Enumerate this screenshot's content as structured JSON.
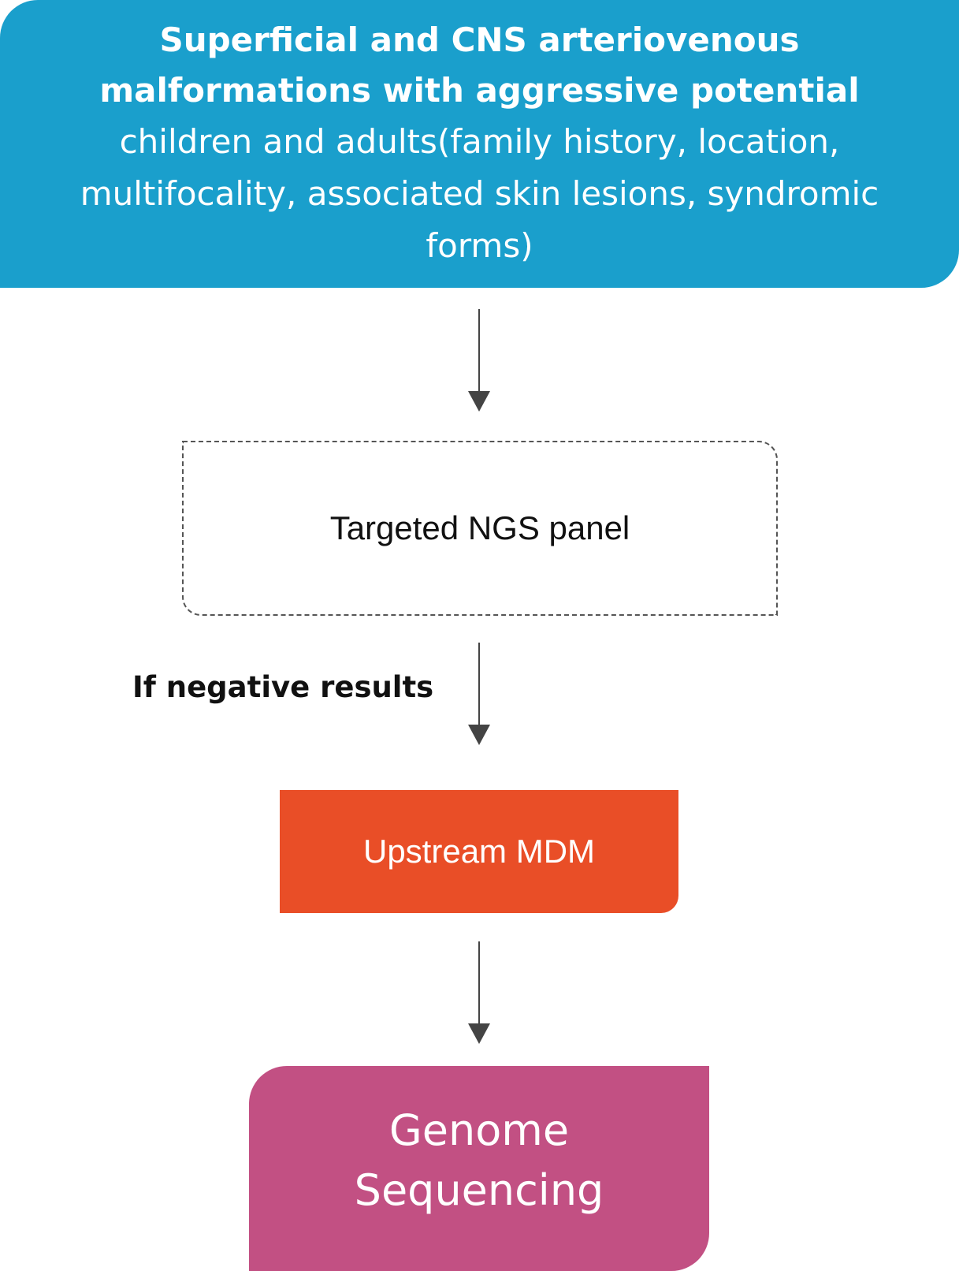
{
  "colors": {
    "top_box": "#1a9fcc",
    "upstream_box": "#e94e27",
    "genome_box": "#c25083",
    "arrow": "#444444",
    "dashed_border": "#555555"
  },
  "nodes": {
    "top": {
      "title_line1": "Superficial and CNS arteriovenous",
      "title_line2": "malformations with aggressive potential",
      "subtitle_line1": "children and adults(family history, location,",
      "subtitle_line2": "multifocality, associated skin lesions, syndromic",
      "subtitle_line3": "forms)"
    },
    "ngs": {
      "label": "Targeted NGS panel"
    },
    "upstream": {
      "label": "Upstream MDM"
    },
    "genome": {
      "label_line1": "Genome",
      "label_line2": "Sequencing"
    }
  },
  "edges": [
    {
      "from": "top",
      "to": "ngs",
      "label": ""
    },
    {
      "from": "ngs",
      "to": "upstream",
      "label": "If negative results"
    },
    {
      "from": "upstream",
      "to": "genome",
      "label": ""
    }
  ],
  "branch_label": "If negative results"
}
